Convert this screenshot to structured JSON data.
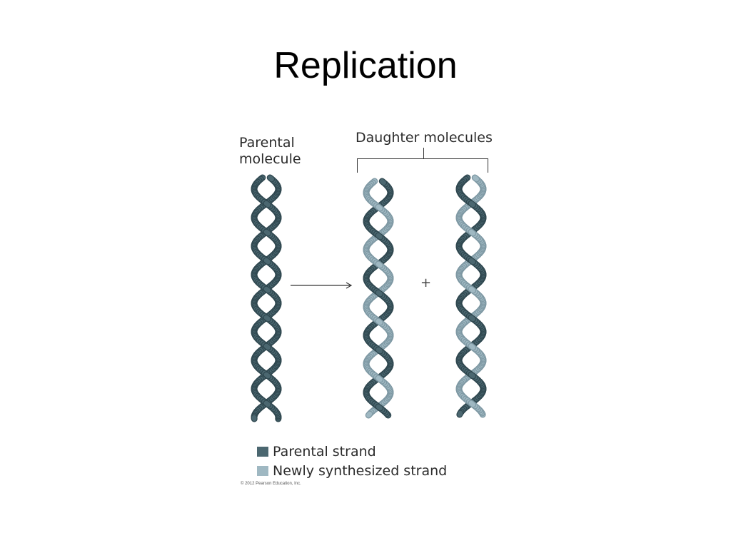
{
  "slide": {
    "title": "Replication"
  },
  "labels": {
    "parental_line1": "Parental",
    "parental_line2": "molecule",
    "daughter": "Daughter molecules",
    "plus": "+"
  },
  "legend": {
    "items": [
      {
        "label": "Parental strand",
        "color": "#4b6770"
      },
      {
        "label": "Newly synthesized strand",
        "color": "#9fb8c2"
      }
    ]
  },
  "copyright": "© 2012 Pearson Education, Inc.",
  "colors": {
    "parental": "#4b6770",
    "parental_dark": "#2f474f",
    "new": "#9fb8c2",
    "new_dark": "#7e98a3"
  },
  "helices": [
    {
      "name": "parental-molecule-helix",
      "strand_a": "parental",
      "strand_b": "parental"
    },
    {
      "name": "daughter-molecule-1-helix",
      "strand_a": "parental",
      "strand_b": "new"
    },
    {
      "name": "daughter-molecule-2-helix",
      "strand_a": "new",
      "strand_b": "parental"
    }
  ]
}
